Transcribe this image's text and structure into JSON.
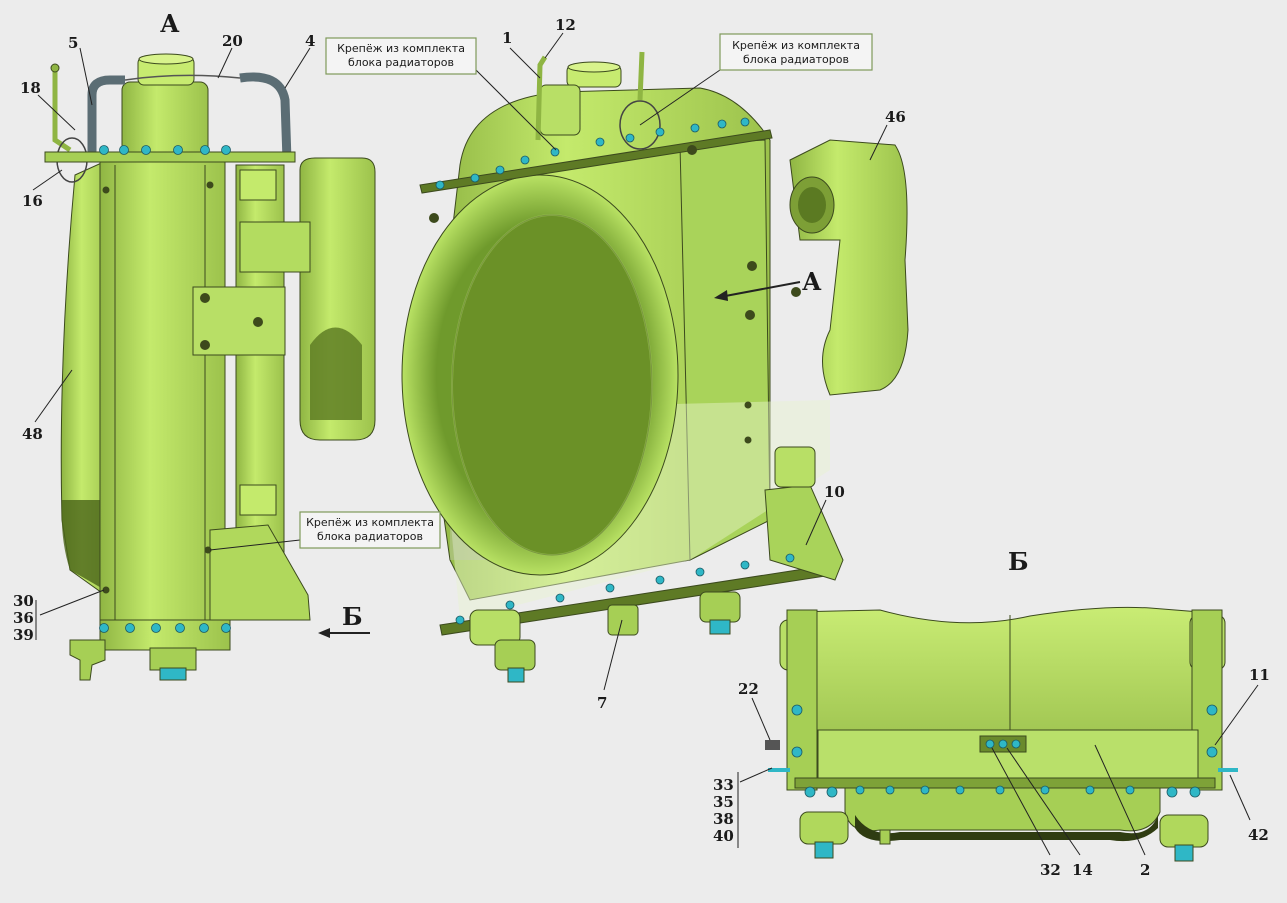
{
  "views": {
    "view_a_title": "А",
    "view_b_title": "Б",
    "arrow_a_label": "А",
    "arrow_b_label": "Б"
  },
  "notes": [
    "Крепёж из комплекта блока радиаторов",
    "Крепёж из комплекта блока радиаторов",
    "Крепёж из комплекта блока радиаторов"
  ],
  "callouts": {
    "left": [
      "5",
      "20",
      "4",
      "18",
      "16",
      "48",
      "30",
      "36",
      "39"
    ],
    "center": [
      "1",
      "12",
      "46",
      "10",
      "7"
    ],
    "bottom": [
      "22",
      "11",
      "33",
      "35",
      "38",
      "40",
      "42",
      "32",
      "14",
      "2"
    ]
  },
  "colors": {
    "body": "#b4e05a",
    "body_light": "#cdee7a",
    "body_dark": "#7ea238",
    "fasteners": "#2fb7c6",
    "background": "#ececec"
  }
}
